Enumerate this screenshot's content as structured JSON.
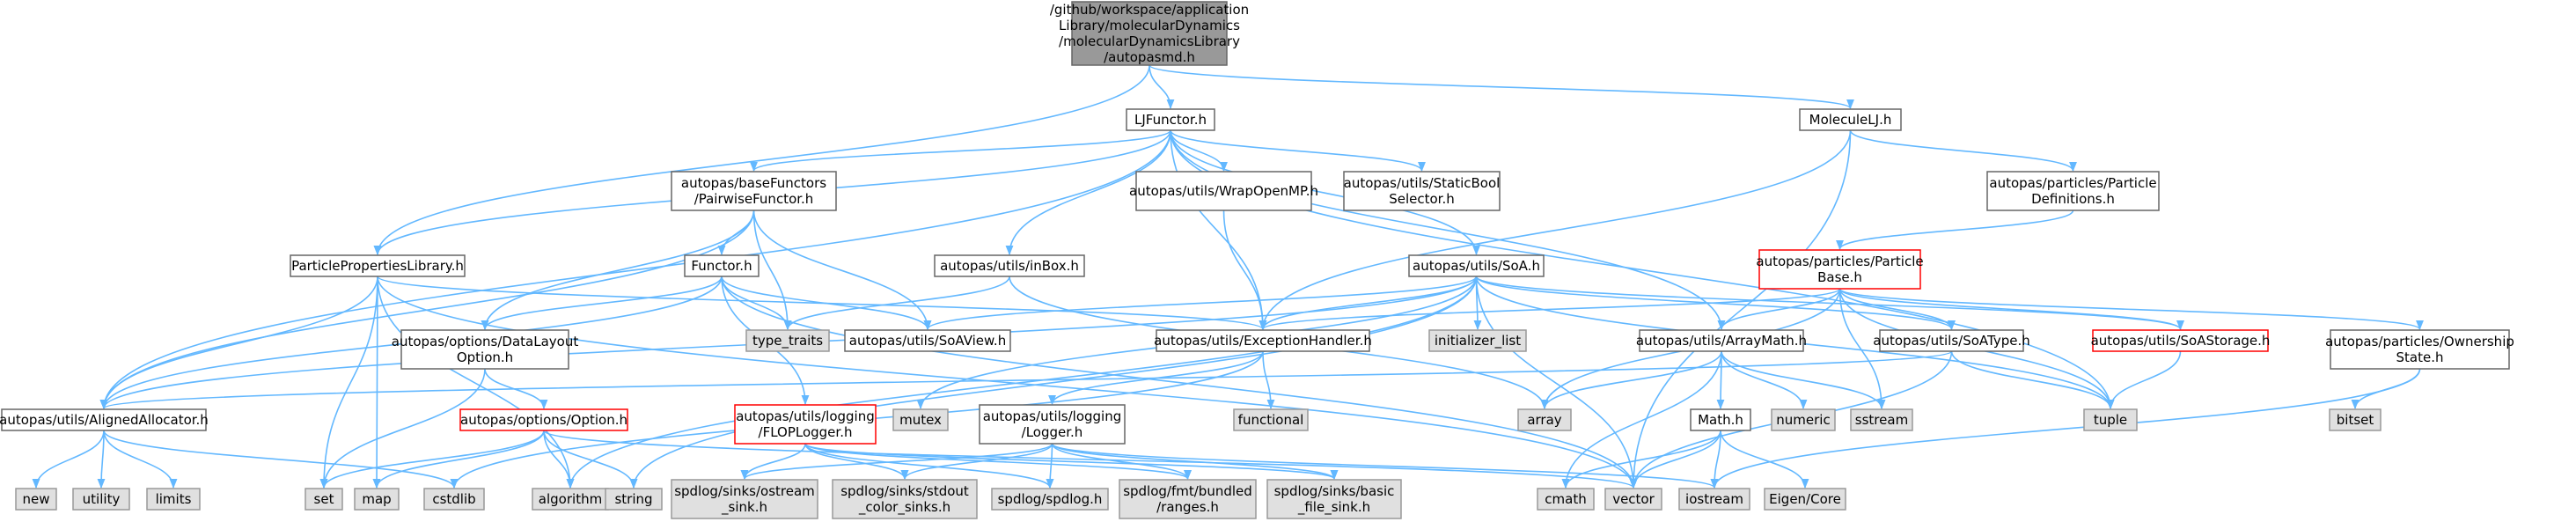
{
  "colors": {
    "root_fill": "#999999",
    "root_border": "#666666",
    "node_fill": "#ffffff",
    "node_border": "#666666",
    "external_fill": "#e0e0e0",
    "external_border": "#999999",
    "highlight_border": "#ff0000",
    "edge": "#63b8ff"
  },
  "nodes": [
    {
      "id": "root",
      "kind": "root",
      "lines": [
        "/github/workspace/application",
        "Library/molecularDynamics",
        "/molecularDynamicsLibrary",
        "/autopasmd.h"
      ]
    },
    {
      "id": "ljfunctor",
      "kind": "file",
      "lines": [
        "LJFunctor.h"
      ]
    },
    {
      "id": "moleculelj",
      "kind": "file",
      "lines": [
        "MoleculeLJ.h"
      ]
    },
    {
      "id": "pairwise",
      "kind": "file",
      "lines": [
        "autopas/baseFunctors",
        "/PairwiseFunctor.h"
      ]
    },
    {
      "id": "wrapopenmp",
      "kind": "file",
      "lines": [
        "autopas/utils/WrapOpenMP.h"
      ]
    },
    {
      "id": "staticbool",
      "kind": "file",
      "lines": [
        "autopas/utils/StaticBool",
        "Selector.h"
      ]
    },
    {
      "id": "particledefs",
      "kind": "file",
      "lines": [
        "autopas/particles/Particle",
        "Definitions.h"
      ]
    },
    {
      "id": "particleproplib",
      "kind": "file",
      "lines": [
        "ParticlePropertiesLibrary.h"
      ]
    },
    {
      "id": "functor",
      "kind": "file",
      "lines": [
        "Functor.h"
      ]
    },
    {
      "id": "inbox",
      "kind": "file",
      "lines": [
        "autopas/utils/inBox.h"
      ]
    },
    {
      "id": "soa",
      "kind": "file",
      "lines": [
        "autopas/utils/SoA.h"
      ]
    },
    {
      "id": "particlebase",
      "kind": "highlight",
      "lines": [
        "autopas/particles/Particle",
        "Base.h"
      ]
    },
    {
      "id": "type_traits",
      "kind": "external",
      "lines": [
        "type_traits"
      ]
    },
    {
      "id": "soaview",
      "kind": "file",
      "lines": [
        "autopas/utils/SoAView.h"
      ]
    },
    {
      "id": "initializer_list",
      "kind": "external",
      "lines": [
        "initializer_list"
      ]
    },
    {
      "id": "datalayout",
      "kind": "file",
      "lines": [
        "autopas/options/DataLayout",
        "Option.h"
      ]
    },
    {
      "id": "exceptionhandler",
      "kind": "file",
      "lines": [
        "autopas/utils/ExceptionHandler.h"
      ]
    },
    {
      "id": "arraymath",
      "kind": "file",
      "lines": [
        "autopas/utils/ArrayMath.h"
      ]
    },
    {
      "id": "soatype",
      "kind": "file",
      "lines": [
        "autopas/utils/SoAType.h"
      ]
    },
    {
      "id": "soastorage",
      "kind": "highlight",
      "lines": [
        "autopas/utils/SoAStorage.h"
      ]
    },
    {
      "id": "ownership",
      "kind": "file",
      "lines": [
        "autopas/particles/Ownership",
        "State.h"
      ]
    },
    {
      "id": "alignedalloc",
      "kind": "file",
      "lines": [
        "autopas/utils/AlignedAllocator.h"
      ]
    },
    {
      "id": "option",
      "kind": "highlight",
      "lines": [
        "autopas/options/Option.h"
      ]
    },
    {
      "id": "floplogger",
      "kind": "highlight",
      "lines": [
        "autopas/utils/logging",
        "/FLOPLogger.h"
      ]
    },
    {
      "id": "mutex",
      "kind": "external",
      "lines": [
        "mutex"
      ]
    },
    {
      "id": "logger",
      "kind": "file",
      "lines": [
        "autopas/utils/logging",
        "/Logger.h"
      ]
    },
    {
      "id": "functional",
      "kind": "external",
      "lines": [
        "functional"
      ]
    },
    {
      "id": "array",
      "kind": "external",
      "lines": [
        "array"
      ]
    },
    {
      "id": "mathh",
      "kind": "file",
      "lines": [
        "Math.h"
      ]
    },
    {
      "id": "numeric",
      "kind": "external",
      "lines": [
        "numeric"
      ]
    },
    {
      "id": "sstream",
      "kind": "external",
      "lines": [
        "sstream"
      ]
    },
    {
      "id": "tuple",
      "kind": "external",
      "lines": [
        "tuple"
      ]
    },
    {
      "id": "bitset",
      "kind": "external",
      "lines": [
        "bitset"
      ]
    },
    {
      "id": "new",
      "kind": "external",
      "lines": [
        "new"
      ]
    },
    {
      "id": "utility",
      "kind": "external",
      "lines": [
        "utility"
      ]
    },
    {
      "id": "limits",
      "kind": "external",
      "lines": [
        "limits"
      ]
    },
    {
      "id": "set",
      "kind": "external",
      "lines": [
        "set"
      ]
    },
    {
      "id": "map",
      "kind": "external",
      "lines": [
        "map"
      ]
    },
    {
      "id": "cstdlib",
      "kind": "external",
      "lines": [
        "cstdlib"
      ]
    },
    {
      "id": "algorithm",
      "kind": "external",
      "lines": [
        "algorithm"
      ]
    },
    {
      "id": "string",
      "kind": "external",
      "lines": [
        "string"
      ]
    },
    {
      "id": "ostream_sink",
      "kind": "external",
      "lines": [
        "spdlog/sinks/ostream",
        "_sink.h"
      ]
    },
    {
      "id": "stdout_sinks",
      "kind": "external",
      "lines": [
        "spdlog/sinks/stdout",
        "_color_sinks.h"
      ]
    },
    {
      "id": "spdlog",
      "kind": "external",
      "lines": [
        "spdlog/spdlog.h"
      ]
    },
    {
      "id": "fmt_ranges",
      "kind": "external",
      "lines": [
        "spdlog/fmt/bundled",
        "/ranges.h"
      ]
    },
    {
      "id": "basic_file_sink",
      "kind": "external",
      "lines": [
        "spdlog/sinks/basic",
        "_file_sink.h"
      ]
    },
    {
      "id": "cmath",
      "kind": "external",
      "lines": [
        "cmath"
      ]
    },
    {
      "id": "vector",
      "kind": "external",
      "lines": [
        "vector"
      ]
    },
    {
      "id": "iostream",
      "kind": "external",
      "lines": [
        "iostream"
      ]
    },
    {
      "id": "eigen",
      "kind": "external",
      "lines": [
        "Eigen/Core"
      ]
    }
  ],
  "edges": [
    [
      "root",
      "ljfunctor"
    ],
    [
      "root",
      "moleculelj"
    ],
    [
      "root",
      "particleproplib"
    ],
    [
      "ljfunctor",
      "pairwise"
    ],
    [
      "ljfunctor",
      "wrapopenmp"
    ],
    [
      "ljfunctor",
      "staticbool"
    ],
    [
      "ljfunctor",
      "particleproplib"
    ],
    [
      "ljfunctor",
      "inbox"
    ],
    [
      "ljfunctor",
      "soa"
    ],
    [
      "ljfunctor",
      "exceptionhandler"
    ],
    [
      "ljfunctor",
      "arraymath"
    ],
    [
      "ljfunctor",
      "alignedalloc"
    ],
    [
      "ljfunctor",
      "tuple"
    ],
    [
      "moleculelj",
      "particledefs"
    ],
    [
      "moleculelj",
      "exceptionhandler"
    ],
    [
      "moleculelj",
      "vector"
    ],
    [
      "particledefs",
      "particlebase"
    ],
    [
      "pairwise",
      "functor"
    ],
    [
      "pairwise",
      "type_traits"
    ],
    [
      "pairwise",
      "soaview"
    ],
    [
      "pairwise",
      "datalayout"
    ],
    [
      "pairwise",
      "alignedalloc"
    ],
    [
      "wrapopenmp",
      "exceptionhandler"
    ],
    [
      "particleproplib",
      "exceptionhandler"
    ],
    [
      "particleproplib",
      "alignedalloc"
    ],
    [
      "particleproplib",
      "set"
    ],
    [
      "particleproplib",
      "map"
    ],
    [
      "particleproplib",
      "algorithm"
    ],
    [
      "particleproplib",
      "vector"
    ],
    [
      "functor",
      "type_traits"
    ],
    [
      "functor",
      "soaview"
    ],
    [
      "functor",
      "datalayout"
    ],
    [
      "functor",
      "floplogger"
    ],
    [
      "functor",
      "alignedalloc"
    ],
    [
      "functor",
      "vector"
    ],
    [
      "inbox",
      "type_traits"
    ],
    [
      "inbox",
      "array"
    ],
    [
      "soa",
      "soaview"
    ],
    [
      "soa",
      "initializer_list"
    ],
    [
      "soa",
      "exceptionhandler"
    ],
    [
      "soa",
      "soatype"
    ],
    [
      "soa",
      "soastorage"
    ],
    [
      "soa",
      "alignedalloc"
    ],
    [
      "soa",
      "algorithm"
    ],
    [
      "soa",
      "string"
    ],
    [
      "soa",
      "mutex"
    ],
    [
      "soa",
      "tuple"
    ],
    [
      "soa",
      "vector"
    ],
    [
      "particlebase",
      "exceptionhandler"
    ],
    [
      "particlebase",
      "arraymath"
    ],
    [
      "particlebase",
      "soatype"
    ],
    [
      "particlebase",
      "soastorage"
    ],
    [
      "particlebase",
      "ownership"
    ],
    [
      "particlebase",
      "array"
    ],
    [
      "particlebase",
      "sstream"
    ],
    [
      "particlebase",
      "tuple"
    ],
    [
      "datalayout",
      "option"
    ],
    [
      "datalayout",
      "set"
    ],
    [
      "exceptionhandler",
      "logger"
    ],
    [
      "exceptionhandler",
      "functional"
    ],
    [
      "exceptionhandler",
      "cstdlib"
    ],
    [
      "arraymath",
      "mathh"
    ],
    [
      "arraymath",
      "array"
    ],
    [
      "arraymath",
      "numeric"
    ],
    [
      "arraymath",
      "sstream"
    ],
    [
      "arraymath",
      "cmath"
    ],
    [
      "soatype",
      "alignedalloc"
    ],
    [
      "soatype",
      "tuple"
    ],
    [
      "soatype",
      "vector"
    ],
    [
      "soastorage",
      "tuple"
    ],
    [
      "ownership",
      "bitset"
    ],
    [
      "ownership",
      "iostream"
    ],
    [
      "alignedalloc",
      "new"
    ],
    [
      "alignedalloc",
      "utility"
    ],
    [
      "alignedalloc",
      "limits"
    ],
    [
      "alignedalloc",
      "cstdlib"
    ],
    [
      "option",
      "set"
    ],
    [
      "option",
      "map"
    ],
    [
      "option",
      "algorithm"
    ],
    [
      "option",
      "string"
    ],
    [
      "option",
      "vector"
    ],
    [
      "floplogger",
      "ostream_sink"
    ],
    [
      "floplogger",
      "stdout_sinks"
    ],
    [
      "floplogger",
      "spdlog"
    ],
    [
      "floplogger",
      "fmt_ranges"
    ],
    [
      "floplogger",
      "basic_file_sink"
    ],
    [
      "logger",
      "ostream_sink"
    ],
    [
      "logger",
      "stdout_sinks"
    ],
    [
      "logger",
      "spdlog"
    ],
    [
      "logger",
      "fmt_ranges"
    ],
    [
      "logger",
      "basic_file_sink"
    ],
    [
      "logger",
      "iostream"
    ],
    [
      "mathh",
      "cmath"
    ],
    [
      "mathh",
      "vector"
    ],
    [
      "mathh",
      "eigen"
    ],
    [
      "mathh",
      "iostream"
    ]
  ]
}
